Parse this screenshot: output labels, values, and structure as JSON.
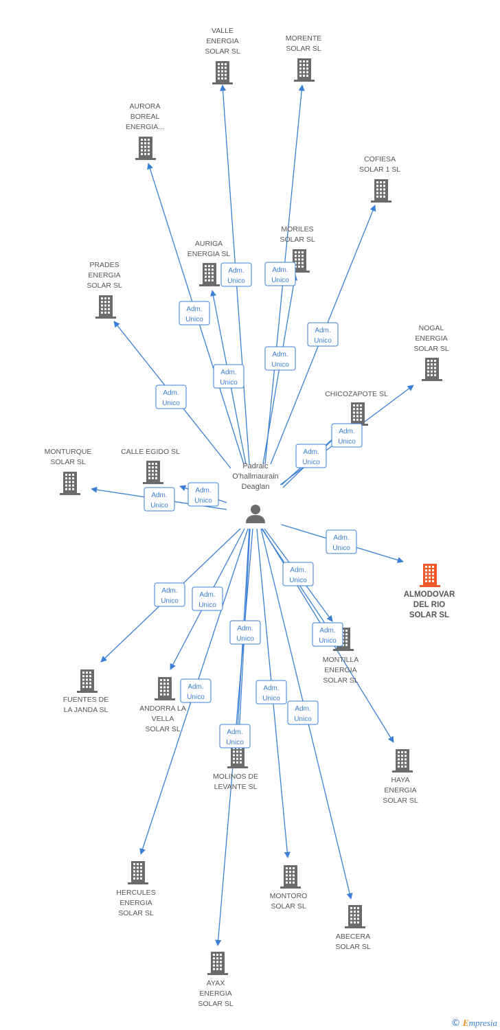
{
  "center": {
    "name": "Padraic\nO'hallmaurain\nDeaglan",
    "icon": "person-icon"
  },
  "role_label": [
    "Adm.",
    "Unico"
  ],
  "colors": {
    "edge": "#3a7fd5",
    "building": "#6b6b6b",
    "highlight": "#f0582a"
  },
  "companies": [
    {
      "id": "valle",
      "name": "VALLE\nENERGIA\nSOLAR SL"
    },
    {
      "id": "morente",
      "name": "MORENTE\nSOLAR SL"
    },
    {
      "id": "aurora",
      "name": "AURORA\nBOREAL\nENERGIA..."
    },
    {
      "id": "cofiesa",
      "name": "COFIESA\nSOLAR 1 SL"
    },
    {
      "id": "moriles",
      "name": "MORILES\nSOLAR SL"
    },
    {
      "id": "auriga",
      "name": "AURIGA\nENERGIA SL"
    },
    {
      "id": "prades",
      "name": "PRADES\nENERGIA\nSOLAR SL"
    },
    {
      "id": "nogal",
      "name": "NOGAL\nENERGIA\nSOLAR SL"
    },
    {
      "id": "chicozapote",
      "name": "CHICOZAPOTE SL"
    },
    {
      "id": "monturque",
      "name": "MONTURQUE\nSOLAR SL"
    },
    {
      "id": "calle_egido",
      "name": "CALLE EGIDO SL"
    },
    {
      "id": "almodovar",
      "name": "ALMODOVAR\nDEL RIO\nSOLAR SL",
      "highlight": true
    },
    {
      "id": "montilla",
      "name": "MONTILLA\nENERGIA\nSOLAR SL"
    },
    {
      "id": "fuentes",
      "name": "FUENTES DE\nLA JANDA SL"
    },
    {
      "id": "andorra",
      "name": "ANDORRA LA\nVELLA\nSOLAR SL"
    },
    {
      "id": "haya",
      "name": "HAYA\nENERGIA\nSOLAR SL"
    },
    {
      "id": "molinos",
      "name": "MOLINOS DE\nLEVANTE SL"
    },
    {
      "id": "hercules",
      "name": "HERCULES\nENERGIA\nSOLAR SL"
    },
    {
      "id": "montoro",
      "name": "MONTORO\nSOLAR SL"
    },
    {
      "id": "abecera",
      "name": "ABECERA\nSOLAR SL"
    },
    {
      "id": "ayax",
      "name": "AYAX\nENERGIA\nSOLAR SL"
    }
  ],
  "footer": {
    "copyright": "©",
    "brand_first": "E",
    "brand_rest": "mpresia"
  }
}
